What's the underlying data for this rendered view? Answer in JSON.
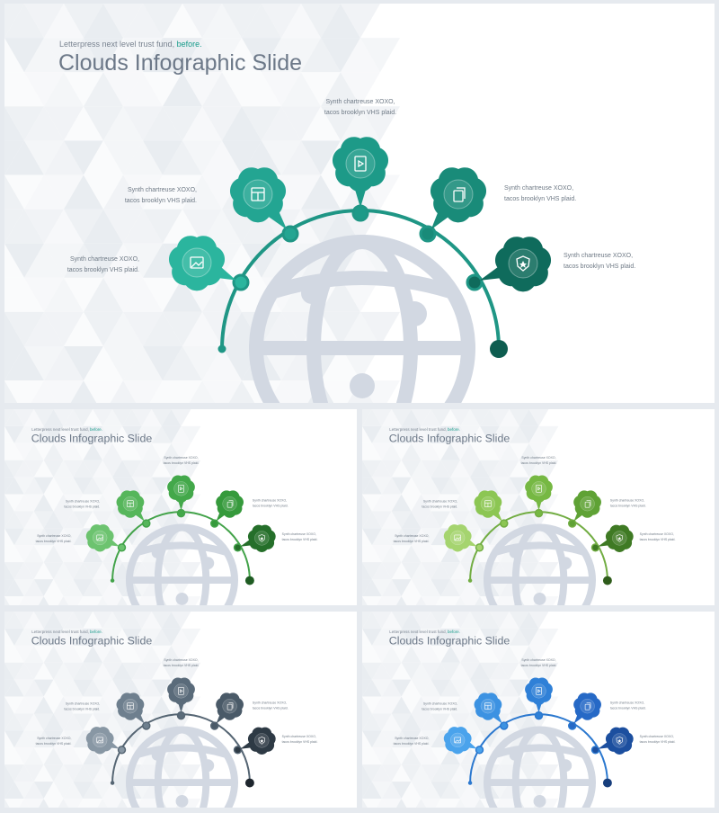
{
  "slide": {
    "subtitle_text": "Letterpress next level trust fund, ",
    "subtitle_accent": "before.",
    "title": "Clouds Infographic Slide"
  },
  "labels": [
    {
      "line1": "Synth chartreuse XOXO,",
      "line2": "tacos brooklyn VHS plaid."
    },
    {
      "line1": "Synth chartreuse XOXO,",
      "line2": "tacos brooklyn VHS plaid."
    },
    {
      "line1": "Synth chartreuse XOXO,",
      "line2": "tacos brooklyn VHS plaid."
    },
    {
      "line1": "Synth chartreuse XOXO,",
      "line2": "tacos brooklyn VHS plaid."
    },
    {
      "line1": "Synth chartreuse XOXO,",
      "line2": "tacos brooklyn VHS plaid."
    }
  ],
  "icons": [
    "image-icon",
    "gallery-icon",
    "video-icon",
    "copy-icon",
    "shield-star-icon"
  ],
  "themes": [
    {
      "name": "teal",
      "colors": [
        "#2bb59e",
        "#23a592",
        "#1d9a88",
        "#198b79",
        "#0f6b5c"
      ],
      "arc": "#1f9685",
      "end": "#0e5d50"
    },
    {
      "name": "green",
      "colors": [
        "#6cc36f",
        "#56b65b",
        "#43a84a",
        "#369a3c",
        "#256f2a"
      ],
      "arc": "#43a34a",
      "end": "#1f5c23"
    },
    {
      "name": "lime",
      "colors": [
        "#a5d46f",
        "#8cc653",
        "#76b843",
        "#5fa235",
        "#3f7a24"
      ],
      "arc": "#72ad43",
      "end": "#2f5c1b"
    },
    {
      "name": "slate",
      "colors": [
        "#8897a4",
        "#6e7f8e",
        "#5a6b7a",
        "#4a5a68",
        "#2e3a45"
      ],
      "arc": "#556573",
      "end": "#1e262e"
    },
    {
      "name": "blue",
      "colors": [
        "#4aa3ec",
        "#3c92e2",
        "#2f80d7",
        "#2669c6",
        "#1c4f9f"
      ],
      "arc": "#2b78cf",
      "end": "#173e7c"
    }
  ]
}
